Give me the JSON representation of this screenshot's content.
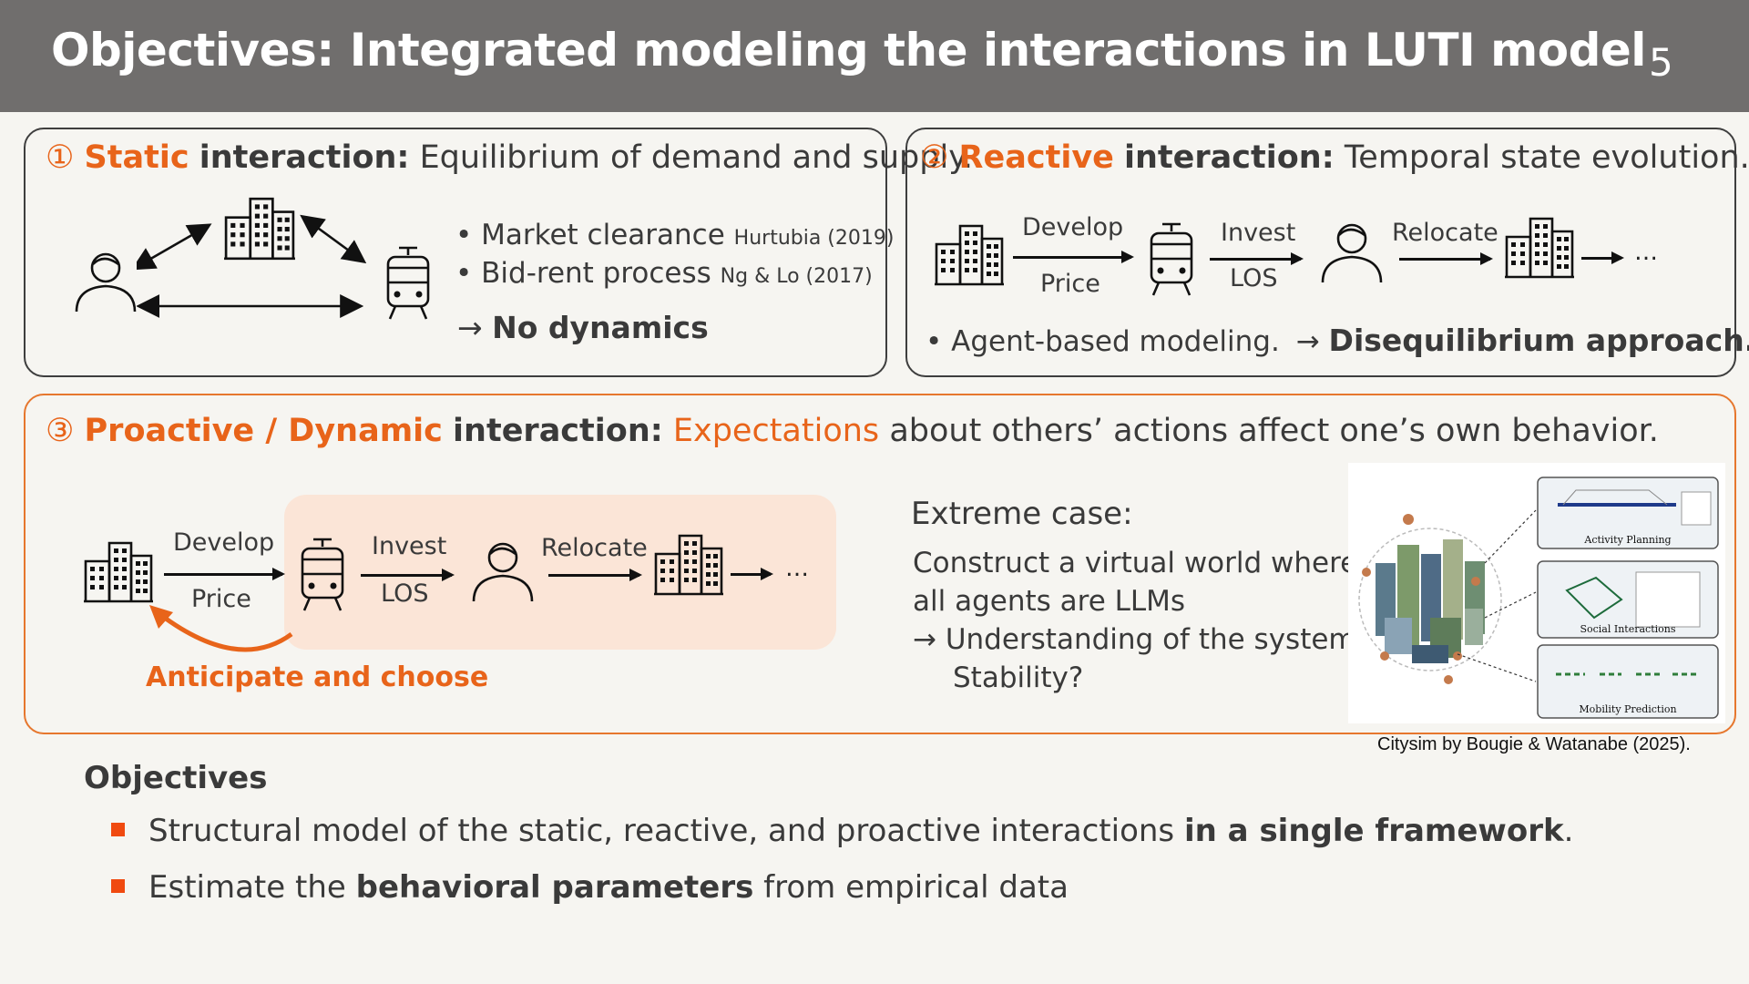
{
  "header": {
    "title": "Objectives: Integrated modeling the interactions in LUTI model",
    "page_number": "5"
  },
  "box1": {
    "num": "①",
    "kw": "Static",
    "bold": "interaction:",
    "rest": "Equilibrium of demand and supply.",
    "bullets": [
      {
        "text": "• Market clearance",
        "cite": "Hurtubia (2019)"
      },
      {
        "text": "• Bid-rent process",
        "cite": "Ng & Lo (2017)"
      }
    ],
    "arrow_prefix": "→",
    "conclusion": "No dynamics"
  },
  "box2": {
    "num": "②",
    "kw": "Reactive",
    "bold": "interaction:",
    "rest": "Temporal state evolution.",
    "flow": {
      "develop": "Develop",
      "price": "Price",
      "invest": "Invest",
      "los": "LOS",
      "relocate": "Relocate",
      "ellipsis": "…"
    },
    "bullet": "•  Agent-based modeling.",
    "arrow_prefix": "→",
    "conclusion": "Disequilibrium approach."
  },
  "box3": {
    "num": "③",
    "kw": "Proactive / Dynamic",
    "bold": "interaction:",
    "exp": "Expectations",
    "rest": "about others’ actions affect one’s own behavior.",
    "flow": {
      "develop": "Develop",
      "price": "Price",
      "invest": "Invest",
      "los": "LOS",
      "relocate": "Relocate",
      "ellipsis": "…"
    },
    "anticipate": "Anticipate and choose",
    "extreme": {
      "title": "Extreme case:",
      "line1": "Construct a virtual world where",
      "line2": "all agents are LLMs",
      "line3": "→ Understanding of the system?",
      "line4": "Stability?"
    },
    "figure": {
      "activity": "Activity Planning",
      "social": "Social Interactions",
      "mobility": "Mobility Prediction"
    }
  },
  "credit": "Citysim by Bougie & Watanabe (2025).",
  "objectives": {
    "title": "Objectives",
    "item1": {
      "pre": "Structural model of the static, reactive, and proactive interactions",
      "bold": "in a single framework",
      "post": "."
    },
    "item2": {
      "pre": "Estimate the",
      "bold": "behavioral parameters",
      "post": "from empirical data"
    }
  },
  "colors": {
    "accent": "#e8641a",
    "header_bg": "#706e6d",
    "highlight": "#fbe5d7",
    "bullet": "#f04a10"
  }
}
